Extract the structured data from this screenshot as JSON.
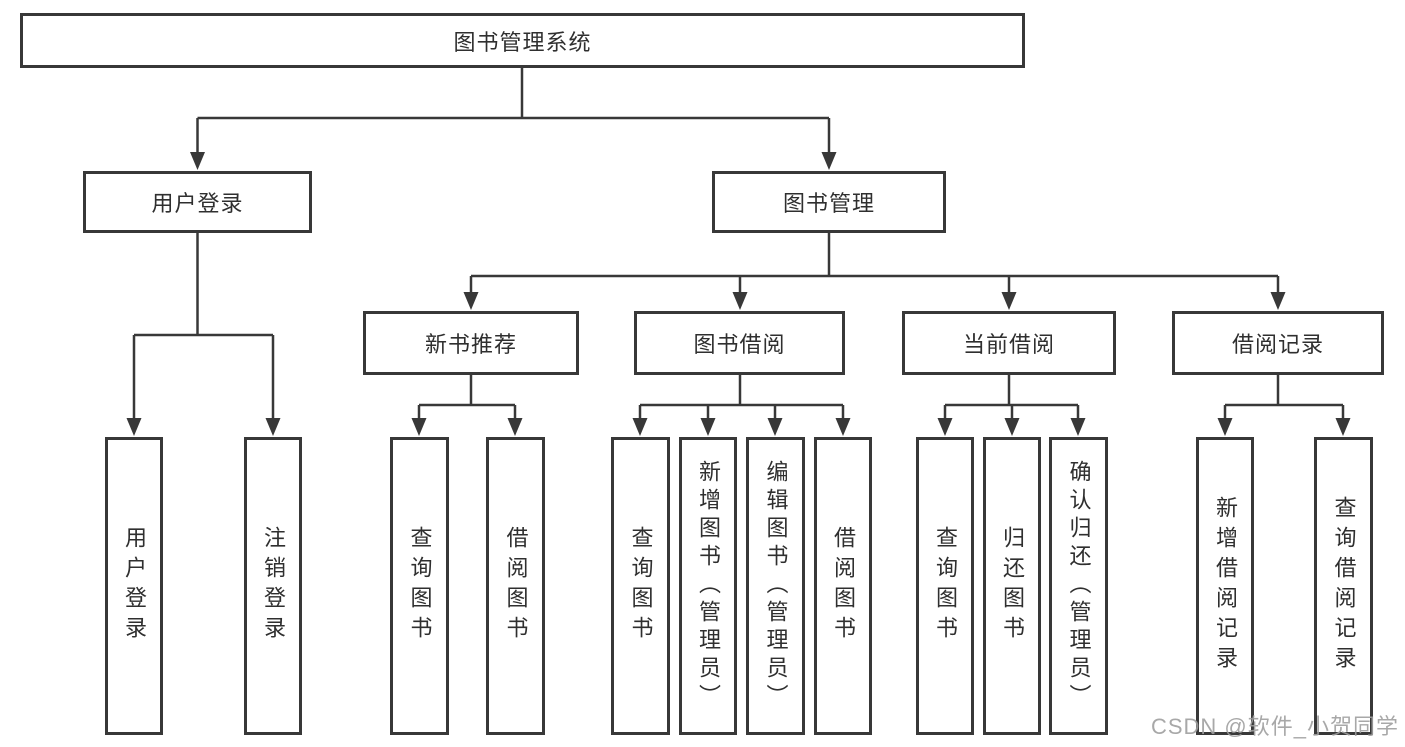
{
  "diagram": {
    "title": "图书管理系统",
    "level2": {
      "user_login": "用户登录",
      "book_management": "图书管理"
    },
    "level3": {
      "new_book_recommend": "新书推荐",
      "book_borrowing": "图书借阅",
      "current_borrowing": "当前借阅",
      "borrowing_records": "借阅记录"
    },
    "leaves": {
      "user_login": "用户登录",
      "logout": "注销登录",
      "nbr_query_books": "查询图书",
      "nbr_borrow_books": "借阅图书",
      "bb_query_books": "查询图书",
      "bb_add_books": "新增图书（管理员）",
      "bb_edit_books": "编辑图书（管理员）",
      "bb_borrow_books": "借阅图书",
      "cb_query_books": "查询图书",
      "cb_return_books": "归还图书",
      "cb_confirm_return": "确认归还（管理员）",
      "br_add_record": "新增借阅记录",
      "br_query_record": "查询借阅记录"
    }
  },
  "watermark": "CSDN @软件_小贺同学",
  "colors": {
    "line": "#383838",
    "text": "#2f2f2f",
    "background": "#ffffff",
    "watermark": "#9e9e9e"
  }
}
